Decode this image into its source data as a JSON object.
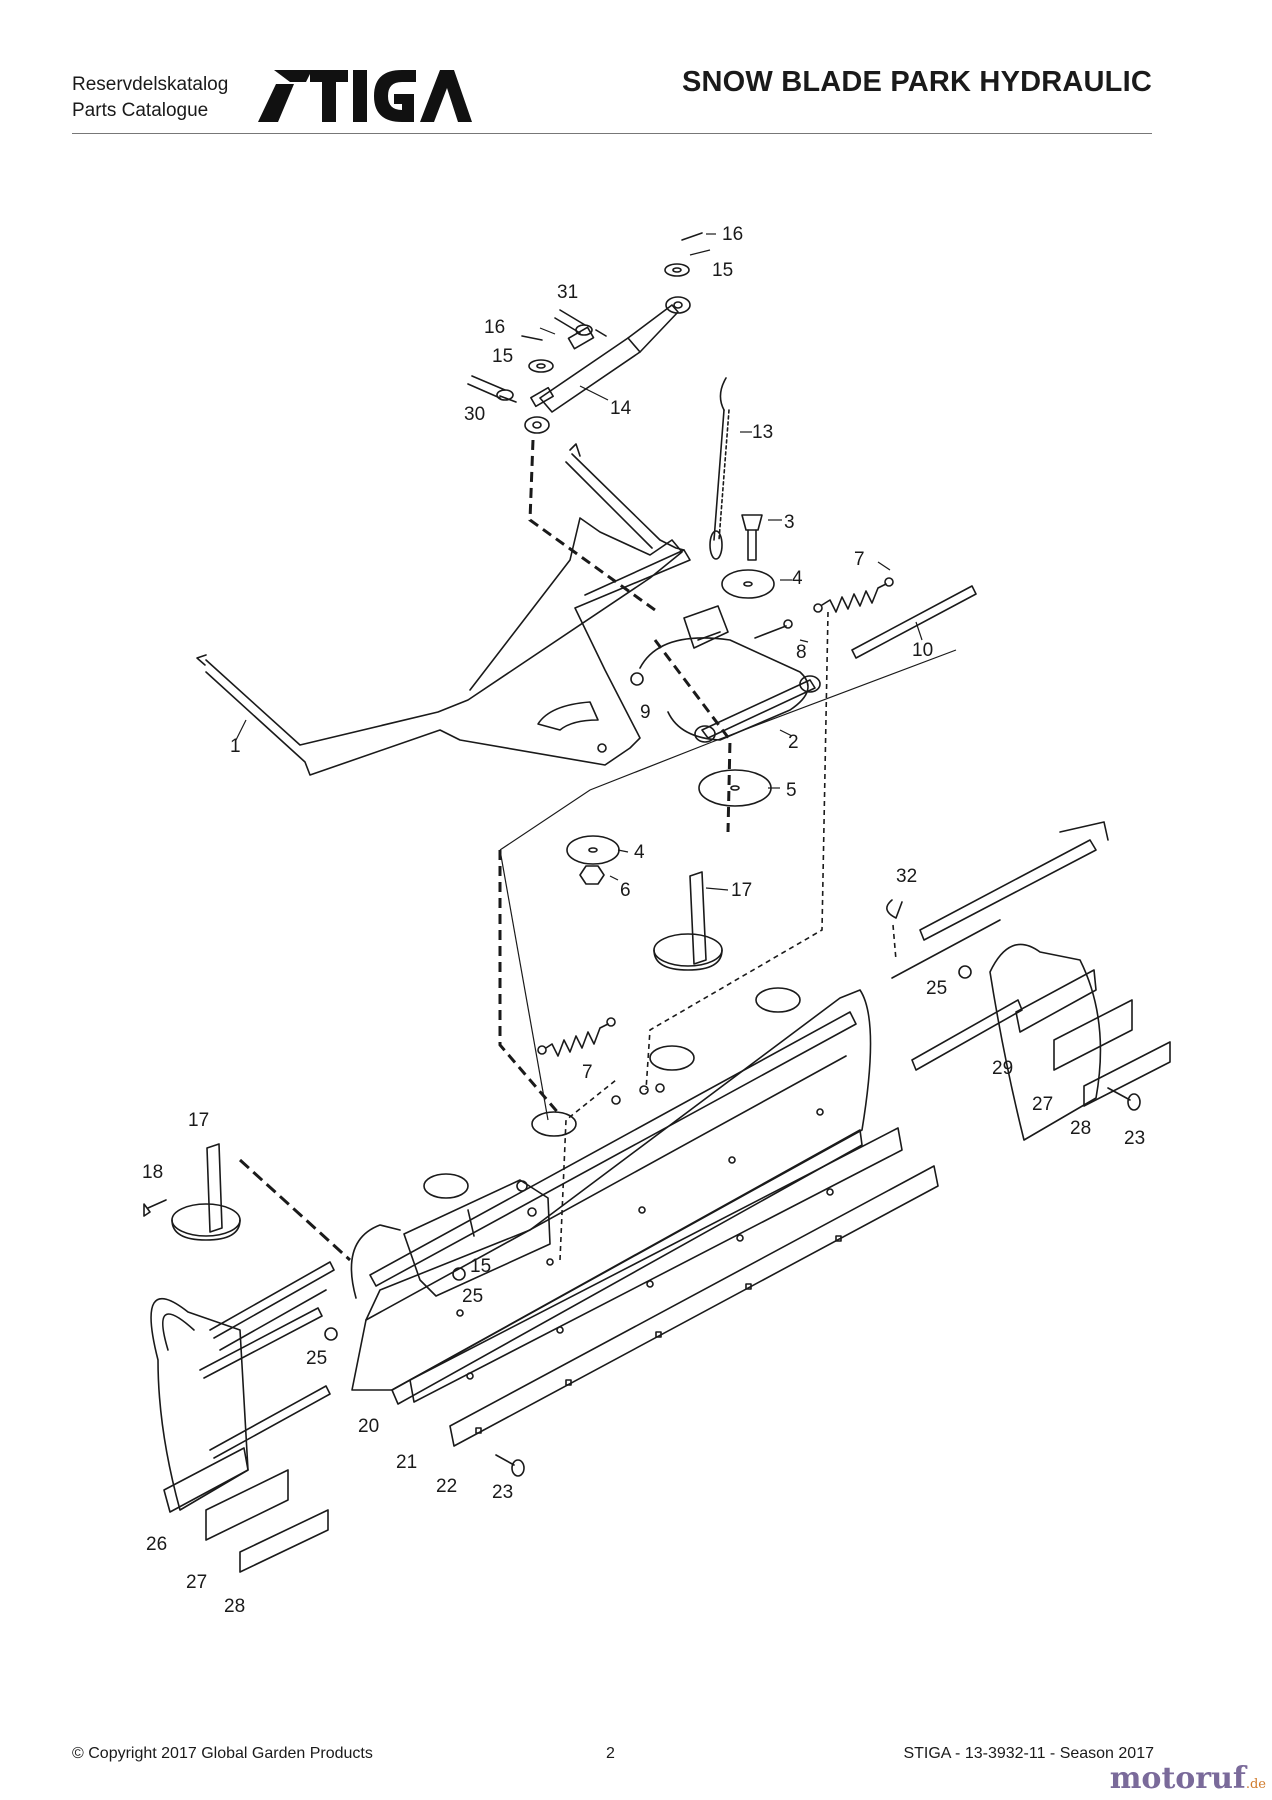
{
  "header": {
    "catalog_line1": "Reservdelskatalog",
    "catalog_line2": "Parts Catalogue",
    "brand": "STIGA",
    "title": "SNOW BLADE PARK HYDRAULIC"
  },
  "callouts": [
    "16",
    "15",
    "31",
    "16",
    "15",
    "14",
    "30",
    "13",
    "3",
    "4",
    "7",
    "8",
    "10",
    "9",
    "2",
    "1",
    "5",
    "4",
    "6",
    "17",
    "32",
    "25",
    "7",
    "29",
    "27",
    "28",
    "23",
    "17",
    "18",
    "15",
    "25",
    "25",
    "20",
    "21",
    "22",
    "23",
    "26",
    "27",
    "28"
  ],
  "footer": {
    "copyright": "© Copyright 2017 Global Garden Products",
    "page": "2",
    "ref": "STIGA - 13-3932-11 - Season 2017"
  },
  "watermark": {
    "name": "motoruf",
    "suffix": ".de"
  }
}
